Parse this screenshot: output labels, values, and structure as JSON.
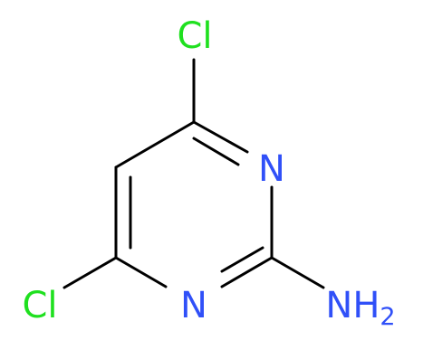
{
  "molecule": {
    "atoms": {
      "cl_top": {
        "symbol": "Cl",
        "color": "#1fe01f"
      },
      "cl_bottom": {
        "symbol": "Cl",
        "color": "#1fe01f"
      },
      "n_right": {
        "symbol": "N",
        "color": "#3050f8"
      },
      "n_bottom": {
        "symbol": "N",
        "color": "#3050f8"
      },
      "amine": {
        "symbol": "NH",
        "subscript": "2",
        "color": "#3050f8"
      }
    },
    "bond_color": "#000000"
  }
}
